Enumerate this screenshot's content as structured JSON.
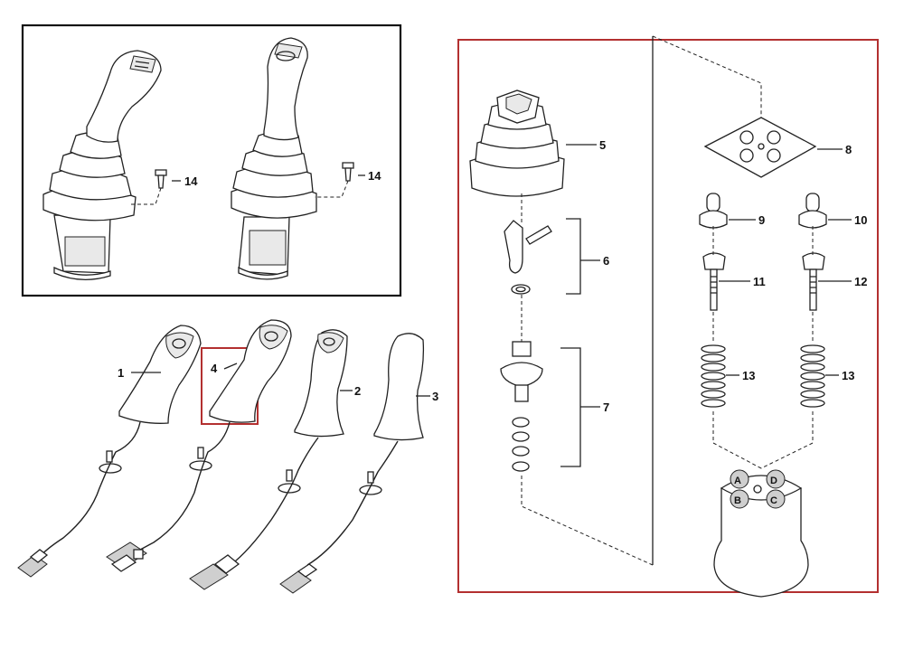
{
  "callouts": {
    "c1": "1",
    "c2": "2",
    "c3": "3",
    "c4": "4",
    "c5": "5",
    "c6": "6",
    "c7": "7",
    "c8": "8",
    "c9": "9",
    "c10": "10",
    "c11": "11",
    "c12": "12",
    "c13a": "13",
    "c13b": "13",
    "c14a": "14",
    "c14b": "14"
  },
  "port_labels": {
    "a": "A",
    "b": "B",
    "c": "C",
    "d": "D"
  },
  "highlight_color": "#b33030",
  "frame_color": "#222222"
}
